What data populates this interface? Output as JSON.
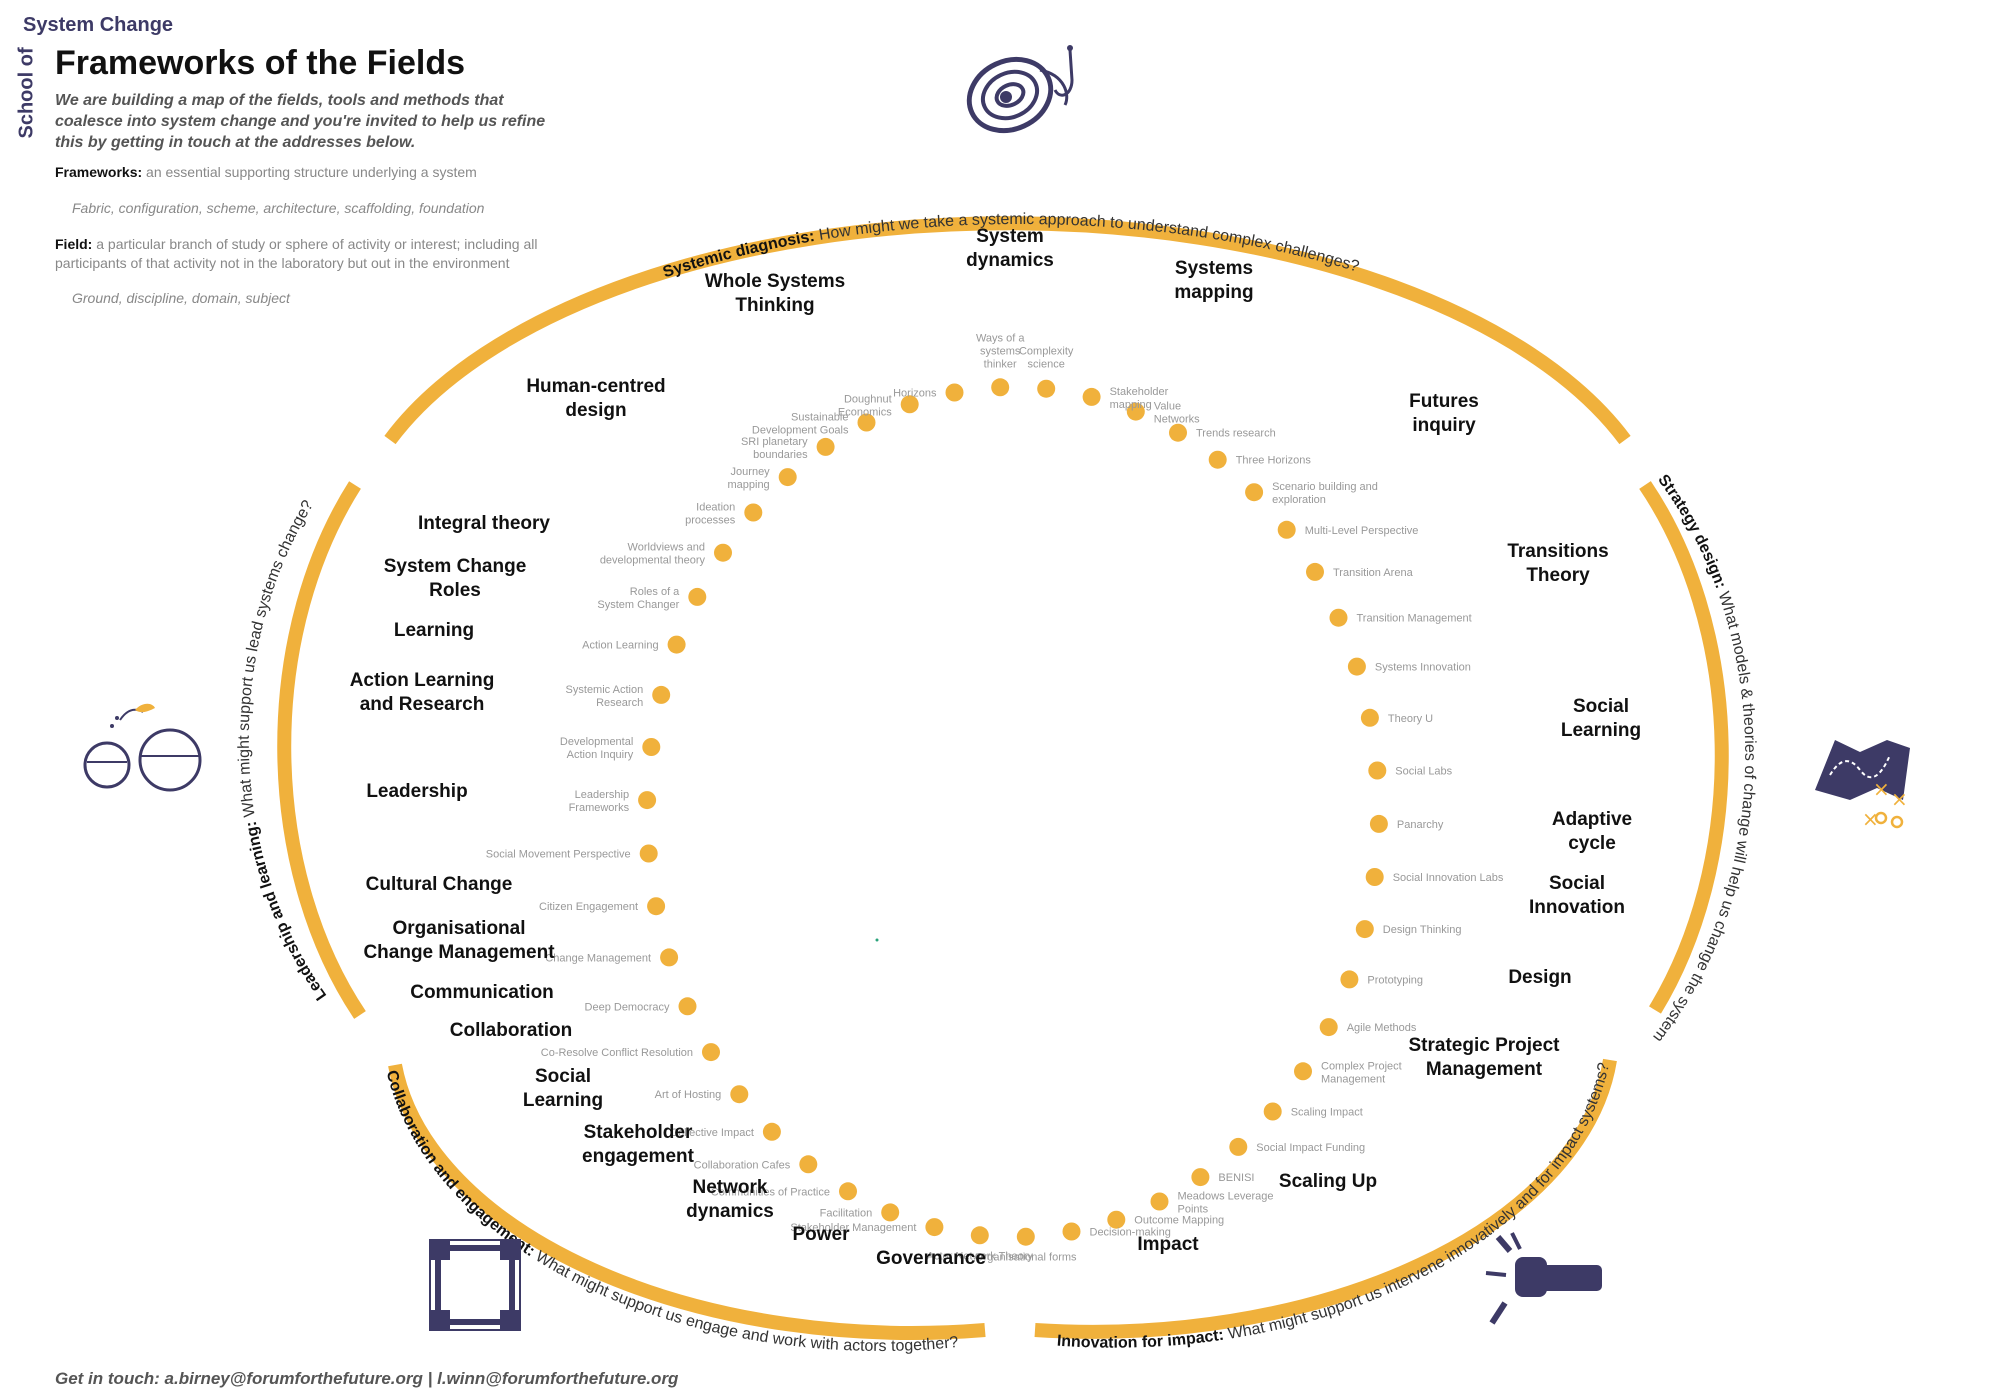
{
  "brand": {
    "line1": "System Change",
    "line2": "School of"
  },
  "title": "Frameworks of the Fields",
  "intro": "We are building a map of the fields, tools and methods that coalesce into system change and you're invited to help us refine this by getting in touch at the addresses below.",
  "definitions": {
    "framework_term": "Frameworks:",
    "framework_text": "an essential supporting structure underlying a system",
    "framework_synonyms": "Fabric, configuration, scheme, architecture, scaffolding, foundation",
    "field_term": "Field:",
    "field_text": "a particular branch of study or sphere of activity or interest; including all participants of that activity not in the laboratory but out in the environment",
    "field_synonyms": "Ground, discipline, domain, subject"
  },
  "footer": "Get in touch: a.birney@forumforthefuture.org | l.winn@forumforthefuture.org",
  "colors": {
    "accent": "#f0b13c",
    "brand": "#3d3a66",
    "muted": "#999999"
  },
  "arcs": [
    {
      "id": "diagnosis",
      "bold": "Systemic diagnosis:",
      "text": "How might we take a systemic approach to understand complex challenges?"
    },
    {
      "id": "strategy",
      "bold": "Strategy design:",
      "text": "What models & theories of change will help us change the system?"
    },
    {
      "id": "impact",
      "bold": "Innovation for impact:",
      "text": "What might support us intervene innovatively and for impact systems?"
    },
    {
      "id": "collab",
      "bold": "Collaboration and engagement:",
      "text": "What might support us engage and work with actors together?"
    },
    {
      "id": "leadership",
      "bold": "Leadership and learning:",
      "text": "What might  support us lead systems change?"
    }
  ],
  "icons": [
    {
      "id": "diagnosis",
      "name": "orbit-stethoscope-icon"
    },
    {
      "id": "strategy",
      "name": "strategy-map-icon"
    },
    {
      "id": "impact",
      "name": "breaking-chain-fist-icon"
    },
    {
      "id": "collab",
      "name": "linked-hands-icon"
    },
    {
      "id": "leadership",
      "name": "fishbowl-jump-icon"
    }
  ],
  "fields": [
    {
      "lines": [
        "System",
        "dynamics"
      ]
    },
    {
      "lines": [
        "Whole Systems",
        "Thinking"
      ]
    },
    {
      "lines": [
        "Systems",
        "mapping"
      ]
    },
    {
      "lines": [
        "Human-centred",
        "design"
      ]
    },
    {
      "lines": [
        "Futures",
        "inquiry"
      ]
    },
    {
      "lines": [
        "Integral theory"
      ]
    },
    {
      "lines": [
        "System Change",
        "Roles"
      ]
    },
    {
      "lines": [
        "Transitions",
        "Theory"
      ]
    },
    {
      "lines": [
        "Learning"
      ]
    },
    {
      "lines": [
        "Action Learning",
        "and Research"
      ]
    },
    {
      "lines": [
        "Social",
        "Learning"
      ]
    },
    {
      "lines": [
        "Leadership"
      ]
    },
    {
      "lines": [
        "Adaptive",
        "cycle"
      ]
    },
    {
      "lines": [
        "Cultural Change"
      ]
    },
    {
      "lines": [
        "Social",
        "Innovation"
      ]
    },
    {
      "lines": [
        "Organisational",
        "Change Management"
      ]
    },
    {
      "lines": [
        "Communication"
      ]
    },
    {
      "lines": [
        "Design"
      ]
    },
    {
      "lines": [
        "Collaboration"
      ]
    },
    {
      "lines": [
        "Strategic Project",
        "Management"
      ]
    },
    {
      "lines": [
        "Social",
        "Learning"
      ]
    },
    {
      "lines": [
        "Stakeholder",
        "engagement"
      ]
    },
    {
      "lines": [
        "Scaling Up"
      ]
    },
    {
      "lines": [
        "Network",
        "dynamics"
      ]
    },
    {
      "lines": [
        "Power"
      ]
    },
    {
      "lines": [
        "Governance"
      ]
    },
    {
      "lines": [
        "Impact"
      ]
    }
  ],
  "tools": [
    {
      "lines": [
        "Ways of a",
        "systems",
        "thinker"
      ]
    },
    {
      "lines": [
        "Complexity",
        "science"
      ]
    },
    {
      "lines": [
        "Stakeholder",
        "mapping"
      ]
    },
    {
      "lines": [
        "Value",
        "Networks"
      ]
    },
    {
      "lines": [
        "Trends research"
      ]
    },
    {
      "lines": [
        "Three Horizons"
      ]
    },
    {
      "lines": [
        "Scenario building and",
        "exploration"
      ]
    },
    {
      "lines": [
        "Multi-Level Perspective"
      ]
    },
    {
      "lines": [
        "Transition Arena"
      ]
    },
    {
      "lines": [
        "Transition Management"
      ]
    },
    {
      "lines": [
        "Systems Innovation"
      ]
    },
    {
      "lines": [
        "Theory U"
      ]
    },
    {
      "lines": [
        "Social Labs"
      ]
    },
    {
      "lines": [
        "Panarchy"
      ]
    },
    {
      "lines": [
        "Social Innovation Labs"
      ]
    },
    {
      "lines": [
        "Design Thinking"
      ]
    },
    {
      "lines": [
        "Prototyping"
      ]
    },
    {
      "lines": [
        "Agile Methods"
      ]
    },
    {
      "lines": [
        "Complex Project",
        "Management"
      ]
    },
    {
      "lines": [
        "Scaling Impact"
      ]
    },
    {
      "lines": [
        "Social Impact Funding"
      ]
    },
    {
      "lines": [
        "BENISI"
      ]
    },
    {
      "lines": [
        "Meadows Leverage",
        "Points"
      ]
    },
    {
      "lines": [
        "Outcome Mapping"
      ]
    },
    {
      "lines": [
        "Decision-making"
      ]
    },
    {
      "lines": [
        "Organisational forms"
      ]
    },
    {
      "lines": [
        "Actor Network Theory"
      ]
    },
    {
      "lines": [
        "Stakeholder Management"
      ]
    },
    {
      "lines": [
        "Facilitation"
      ]
    },
    {
      "lines": [
        "Communities of Practice"
      ]
    },
    {
      "lines": [
        "Collaboration Cafes"
      ]
    },
    {
      "lines": [
        "Collective Impact"
      ]
    },
    {
      "lines": [
        "Art of Hosting"
      ]
    },
    {
      "lines": [
        "Co-Resolve Conflict Resolution"
      ]
    },
    {
      "lines": [
        "Deep Democracy"
      ]
    },
    {
      "lines": [
        "Change Management"
      ]
    },
    {
      "lines": [
        "Citizen Engagement"
      ]
    },
    {
      "lines": [
        "Social Movement Perspective"
      ]
    },
    {
      "lines": [
        "Leadership",
        "Frameworks"
      ]
    },
    {
      "lines": [
        "Developmental",
        "Action Inquiry"
      ]
    },
    {
      "lines": [
        "Systemic Action",
        "Research"
      ]
    },
    {
      "lines": [
        "Action Learning"
      ]
    },
    {
      "lines": [
        "Roles of a",
        "System Changer"
      ]
    },
    {
      "lines": [
        "Worldviews  and",
        "developmental theory"
      ]
    },
    {
      "lines": [
        "Ideation",
        "processes"
      ]
    },
    {
      "lines": [
        "Journey",
        "mapping"
      ]
    },
    {
      "lines": [
        "SRI planetary",
        "boundaries"
      ]
    },
    {
      "lines": [
        "Sustainable",
        "Development Goals"
      ]
    },
    {
      "lines": [
        "Doughnut",
        "Economics"
      ]
    },
    {
      "lines": [
        "Horizons"
      ]
    }
  ]
}
